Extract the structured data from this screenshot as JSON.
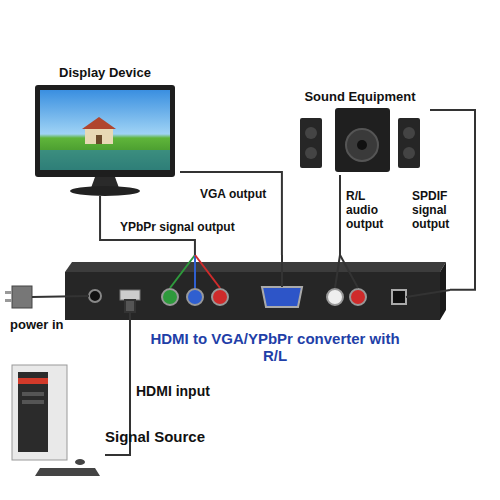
{
  "diagram": {
    "nodes": [
      {
        "text": [
          "Display Device"
        ]
      },
      {
        "text": [
          "Sound Equipment"
        ]
      },
      {
        "text": [
          "HDMI to VGA/YPbPr converter with R/L"
        ]
      },
      {
        "text": [
          "Signal Source"
        ]
      }
    ],
    "edges": [
      {
        "from": 2,
        "to": 0,
        "arrow": "none",
        "label": "YPbPr signal output"
      },
      {
        "from": 2,
        "to": 0,
        "arrow": "none",
        "label": "VGA output"
      },
      {
        "from": 2,
        "to": 1,
        "arrow": "none",
        "label": "R/L audio output"
      },
      {
        "from": 2,
        "to": 1,
        "arrow": "none",
        "label": "SPDIF signal output"
      },
      {
        "from": 3,
        "to": 2,
        "arrow": "none",
        "label": "HDMI input"
      }
    ],
    "labels": [
      "power in"
    ]
  }
}
